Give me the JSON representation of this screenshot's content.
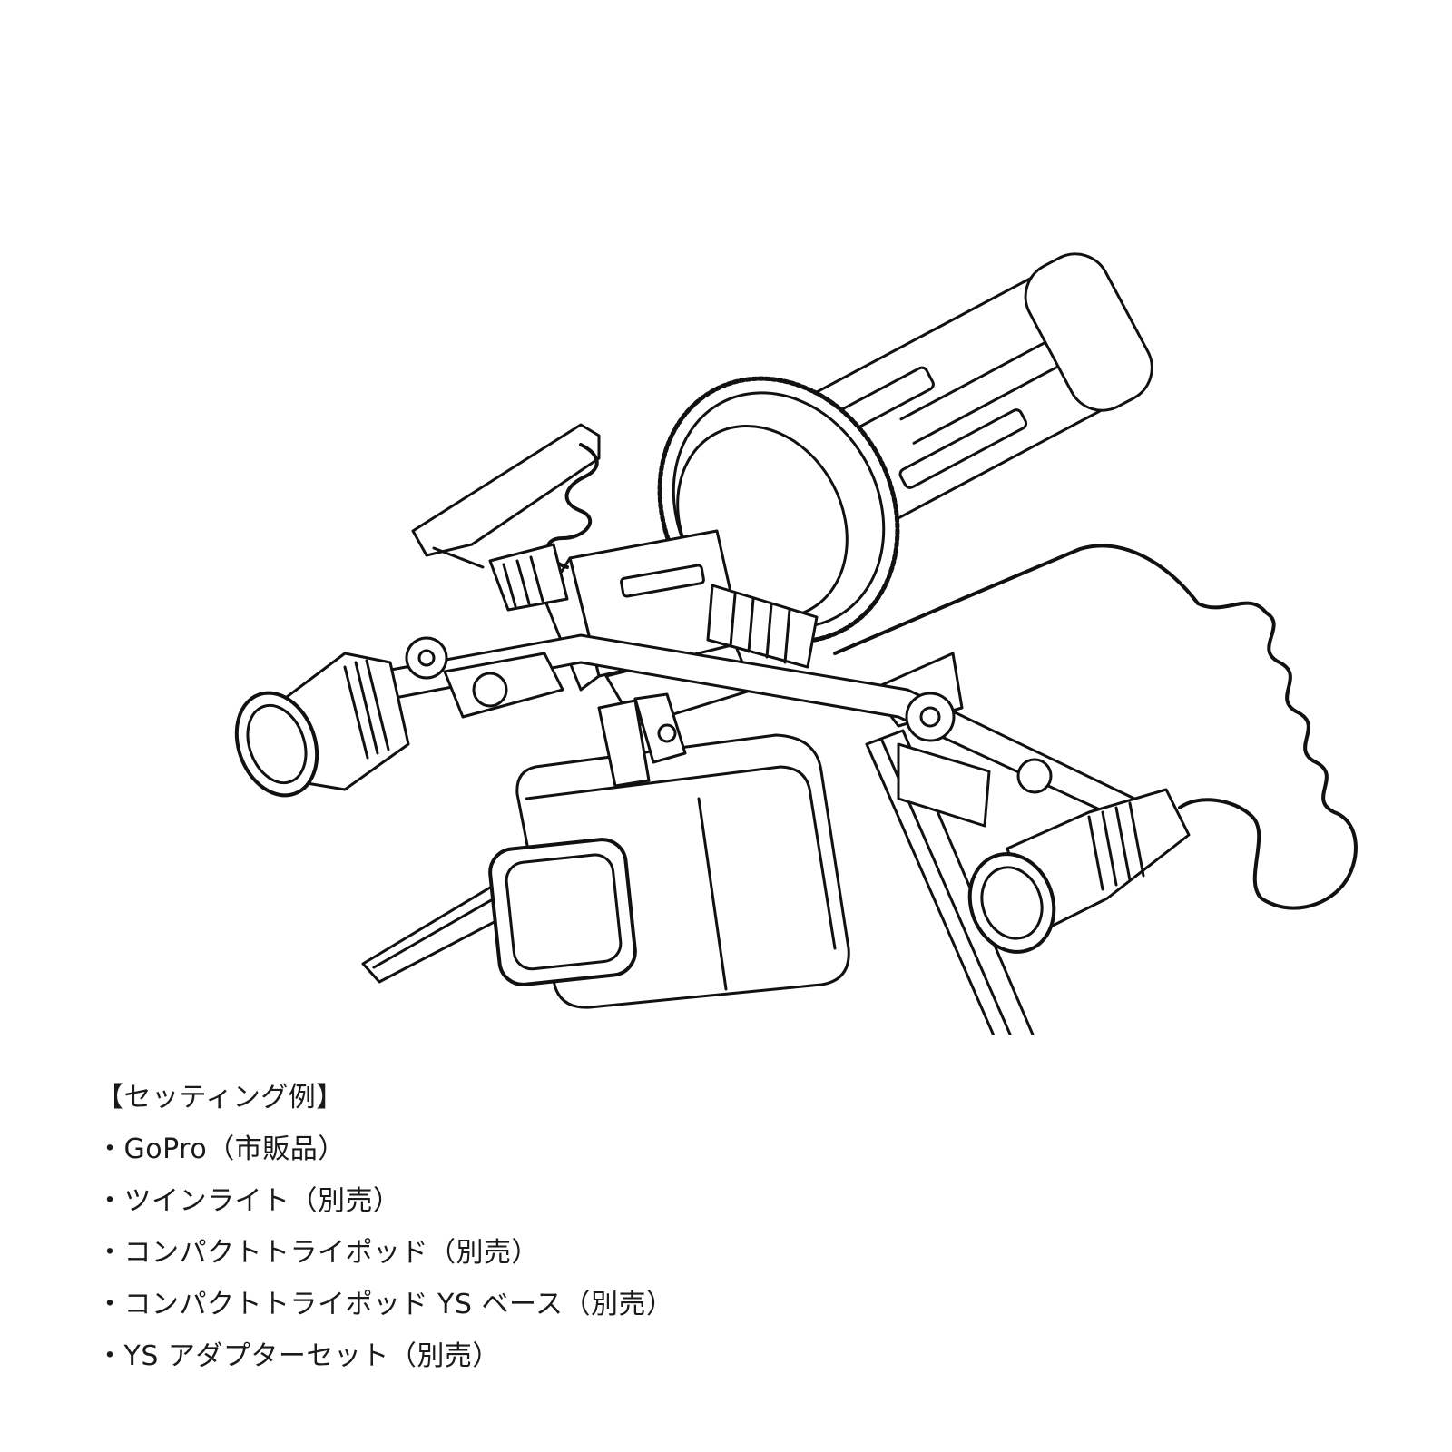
{
  "caption": {
    "title": "【セッティング例】",
    "items": [
      "・GoPro（市販品）",
      "・ツインライト（別売）",
      "・コンパクトトライポッド（別売）",
      "・コンパクトトライポッド YS ベース（別売）",
      "・YS アダプターセット（別売）"
    ]
  },
  "colors": {
    "line": "#111111",
    "background": "#ffffff"
  }
}
